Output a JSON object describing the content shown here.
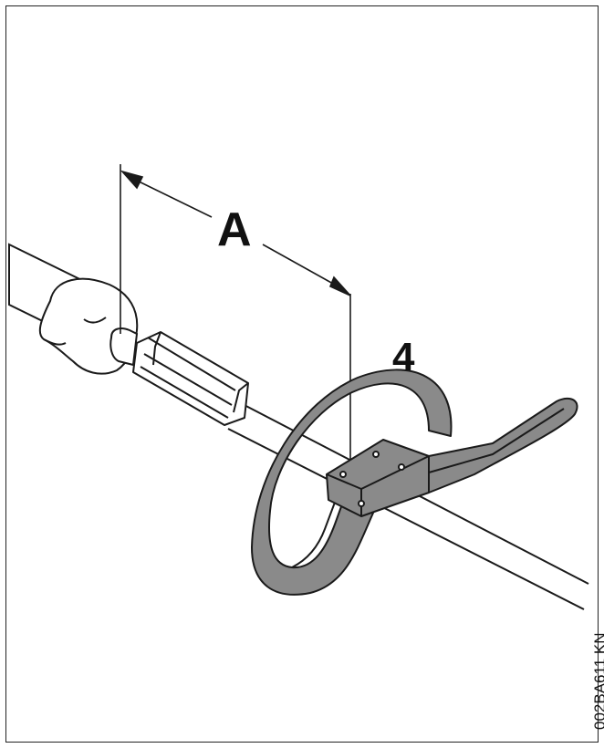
{
  "labels": {
    "dimension": "A",
    "part_number": "4"
  },
  "figure_code": "002BA611 KN",
  "colors": {
    "stroke": "#1a1a1a",
    "handle_fill": "#8a8a8a",
    "handle_dark": "#5e5e5e",
    "background": "#ffffff"
  }
}
